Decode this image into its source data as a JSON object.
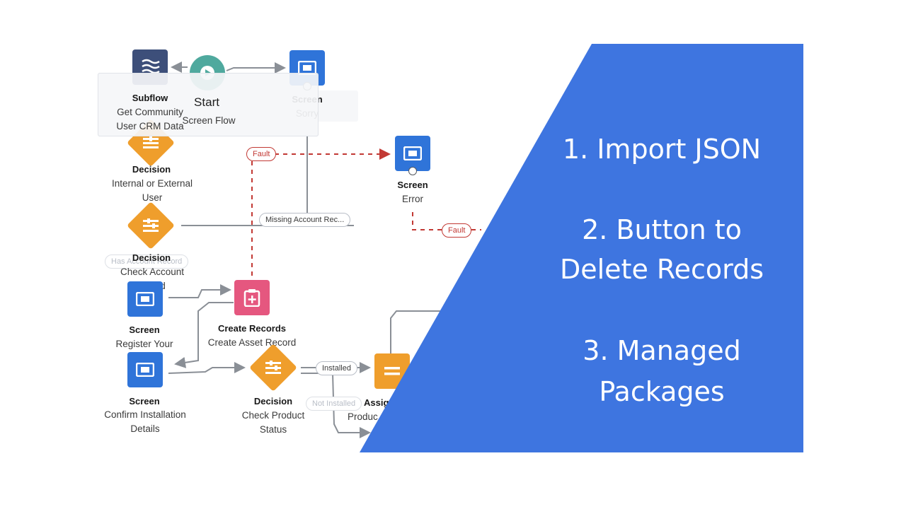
{
  "flow": {
    "subflow": {
      "type": "Subflow",
      "name_line1": "Get Community",
      "name_line2": "User CRM Data"
    },
    "start": {
      "type": "Start",
      "name": "Screen Flow"
    },
    "screen_sorry": {
      "type": "Screen",
      "name": "Sorry"
    },
    "screen_error": {
      "type": "Screen",
      "name": "Error"
    },
    "decision_internal": {
      "type": "Decision",
      "name_line1": "Internal or External",
      "name_line2": "User"
    },
    "decision_account": {
      "type": "Decision",
      "name_line1": "Check Account",
      "name_line2": "d",
      "ghost_pill": "Has Account Record"
    },
    "screen_register": {
      "type": "Screen",
      "name": "Register Your"
    },
    "create_records": {
      "type": "Create Records",
      "name": "Create Asset Record"
    },
    "screen_confirm": {
      "type": "Screen",
      "name_line1": "Confirm Installation",
      "name_line2": "Details"
    },
    "decision_product": {
      "type": "Decision",
      "name_line1": "Check Product",
      "name_line2": "Status"
    },
    "assignment": {
      "type": "Assig",
      "name": "Produc"
    },
    "pills": {
      "fault_1": "Fault",
      "fault_2": "Fault",
      "missing_account": "Missing Account Rec...",
      "installed": "Installed",
      "not_installed": "Not Installed"
    }
  },
  "overlay": {
    "item1": "1. Import JSON",
    "item2_line1": "2. Button to",
    "item2_line2": "Delete Records",
    "item3_line1": "3. Managed",
    "item3_line2": "Packages"
  },
  "colors": {
    "overlay_blue": "#3e75e0",
    "screen_blue": "#2f74d9",
    "decision_orange": "#ef9e2c",
    "create_pink": "#e5577f",
    "start_teal": "#4fa99e",
    "subflow_navy": "#3d4f7a",
    "fault_red": "#c23934"
  }
}
